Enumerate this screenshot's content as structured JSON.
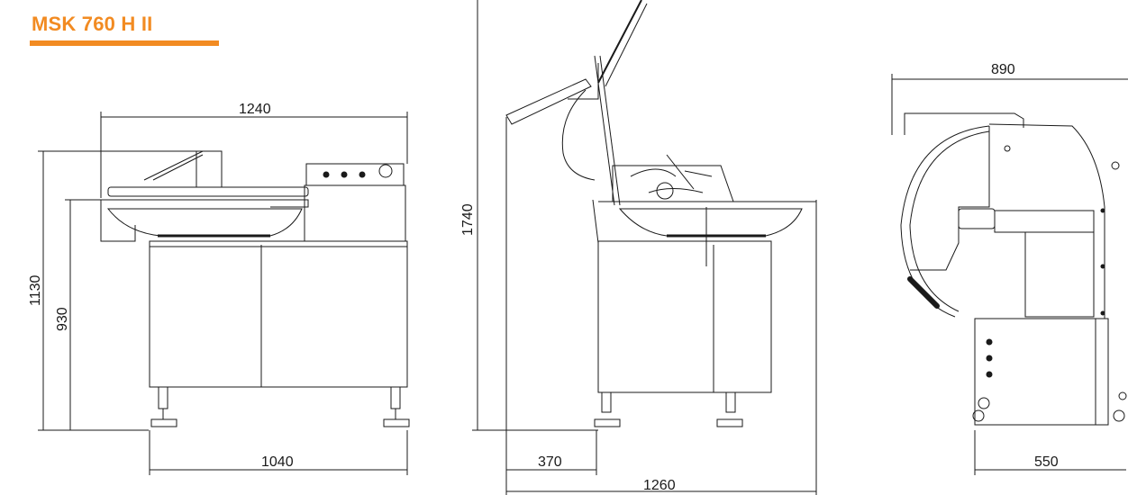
{
  "title": "MSK 760 H II",
  "colors": {
    "accent": "#f28b22",
    "line": "#1a1a1a"
  },
  "views": {
    "front": {
      "width_top": "1240",
      "height_total": "1130",
      "height_bowl": "930",
      "width_base": "1040"
    },
    "side": {
      "height_open": "1740",
      "offset": "370",
      "depth": "1260"
    },
    "rear": {
      "width_top": "890",
      "width_base": "550"
    }
  }
}
